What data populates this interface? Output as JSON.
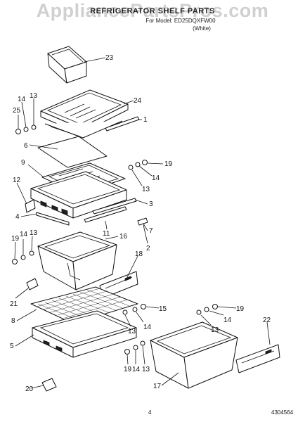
{
  "header": {
    "watermark": "AppliancePartsPros.com",
    "title": "REFRIGERATOR SHELF PARTS",
    "model": "For Model: ED25DQXFW00",
    "color": "(White)"
  },
  "footer": {
    "page_number": "4",
    "doc_number": "4304564"
  },
  "colors": {
    "line": "#111111",
    "background": "#ffffff",
    "watermark": "#969696"
  },
  "callouts": [
    {
      "id": "c23",
      "label": "23"
    },
    {
      "id": "c24",
      "label": "24"
    },
    {
      "id": "c14a",
      "label": "14"
    },
    {
      "id": "c13a",
      "label": "13"
    },
    {
      "id": "c25",
      "label": "25"
    },
    {
      "id": "c1",
      "label": "1"
    },
    {
      "id": "c6",
      "label": "6"
    },
    {
      "id": "c19a",
      "label": "19"
    },
    {
      "id": "c9",
      "label": "9"
    },
    {
      "id": "c14b",
      "label": "14"
    },
    {
      "id": "c12",
      "label": "12"
    },
    {
      "id": "c13b",
      "label": "13"
    },
    {
      "id": "c4",
      "label": "4"
    },
    {
      "id": "c3",
      "label": "3"
    },
    {
      "id": "c11",
      "label": "11"
    },
    {
      "id": "c7",
      "label": "7"
    },
    {
      "id": "c16",
      "label": "16"
    },
    {
      "id": "c2",
      "label": "2"
    },
    {
      "id": "c19b",
      "label": "19"
    },
    {
      "id": "c14c",
      "label": "14"
    },
    {
      "id": "c13c",
      "label": "13"
    },
    {
      "id": "c18",
      "label": "18"
    },
    {
      "id": "c21",
      "label": "21"
    },
    {
      "id": "c15",
      "label": "15"
    },
    {
      "id": "c8",
      "label": "8"
    },
    {
      "id": "c14d",
      "label": "14"
    },
    {
      "id": "c13d",
      "label": "13"
    },
    {
      "id": "c19c",
      "label": "19"
    },
    {
      "id": "c14e",
      "label": "14"
    },
    {
      "id": "c13e",
      "label": "13"
    },
    {
      "id": "c22",
      "label": "22"
    },
    {
      "id": "c5",
      "label": "5"
    },
    {
      "id": "c19d",
      "label": "19"
    },
    {
      "id": "c14f",
      "label": "14"
    },
    {
      "id": "c13f",
      "label": "13"
    },
    {
      "id": "c17",
      "label": "17"
    },
    {
      "id": "c20",
      "label": "20"
    }
  ]
}
